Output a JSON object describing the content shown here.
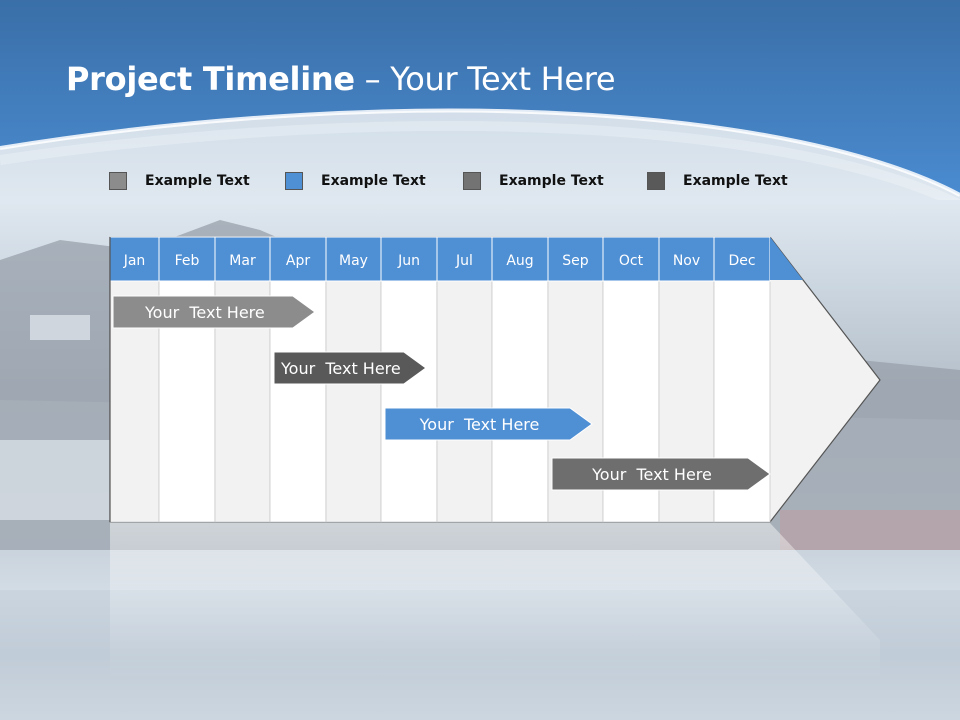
{
  "slide": {
    "title_bold": "Project Timeline",
    "title_rest": " – Your Text Here"
  },
  "legend": [
    {
      "label": "Example Text",
      "color": "#8c8c8c"
    },
    {
      "label": "Example Text",
      "color": "#4f8fd4"
    },
    {
      "label": "Example Text",
      "color": "#737373"
    },
    {
      "label": "Example Text",
      "color": "#595959"
    }
  ],
  "timeline": {
    "months": [
      "Jan",
      "Feb",
      "Mar",
      "Apr",
      "May",
      "Jun",
      "Jul",
      "Aug",
      "Sep",
      "Oct",
      "Nov",
      "Dec"
    ],
    "header_color": "#4f8fd4",
    "tasks": [
      {
        "label": "Your  Text Here",
        "start": 0,
        "end": 3.8,
        "color": "#8c8c8c"
      },
      {
        "label": "Your  Text Here",
        "start": 3,
        "end": 5.8,
        "color": "#595959"
      },
      {
        "label": "Your  Text Here",
        "start": 5,
        "end": 8.8,
        "color": "#4f8fd4"
      },
      {
        "label": "Your  Text Here",
        "start": 8,
        "end": 12,
        "color": "#6e6e6e"
      }
    ]
  }
}
